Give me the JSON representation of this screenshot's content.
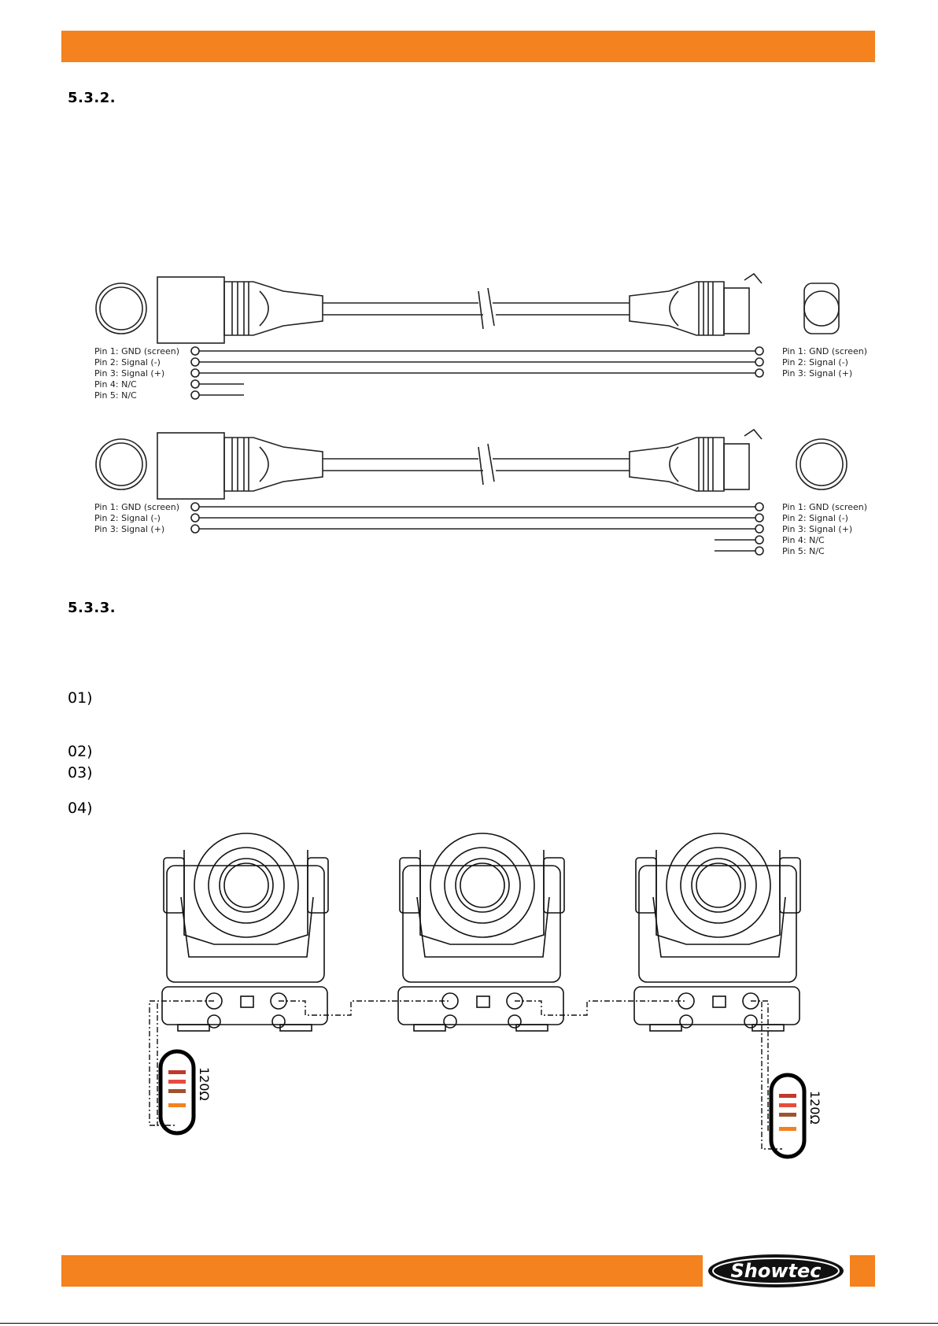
{
  "sections": {
    "cable": {
      "number": "5.3.2."
    },
    "termination": {
      "number": "5.3.3."
    }
  },
  "steps": [
    "01)",
    "02)",
    "03)",
    "04)"
  ],
  "cable_diagram_1": {
    "left_pins": [
      "Pin 1: GND (screen)",
      "Pin 2: Signal (-)",
      "Pin 3: Signal (+)",
      "Pin 4: N/C",
      "Pin 5: N/C"
    ],
    "right_pins": [
      "Pin 1: GND (screen)",
      "Pin 2: Signal (-)",
      "Pin 3: Signal (+)"
    ]
  },
  "cable_diagram_2": {
    "left_pins": [
      "Pin 1: GND (screen)",
      "Pin 2: Signal (-)",
      "Pin 3: Signal (+)"
    ],
    "right_pins": [
      "Pin 1: GND (screen)",
      "Pin 2: Signal (-)",
      "Pin 3: Signal (+)",
      "Pin 4: N/C",
      "Pin 5: N/C"
    ]
  },
  "terminator": {
    "resistor_label": "120Ω"
  },
  "brand": {
    "logo_text": "Showtec",
    "accent_color": "#f4821f"
  }
}
